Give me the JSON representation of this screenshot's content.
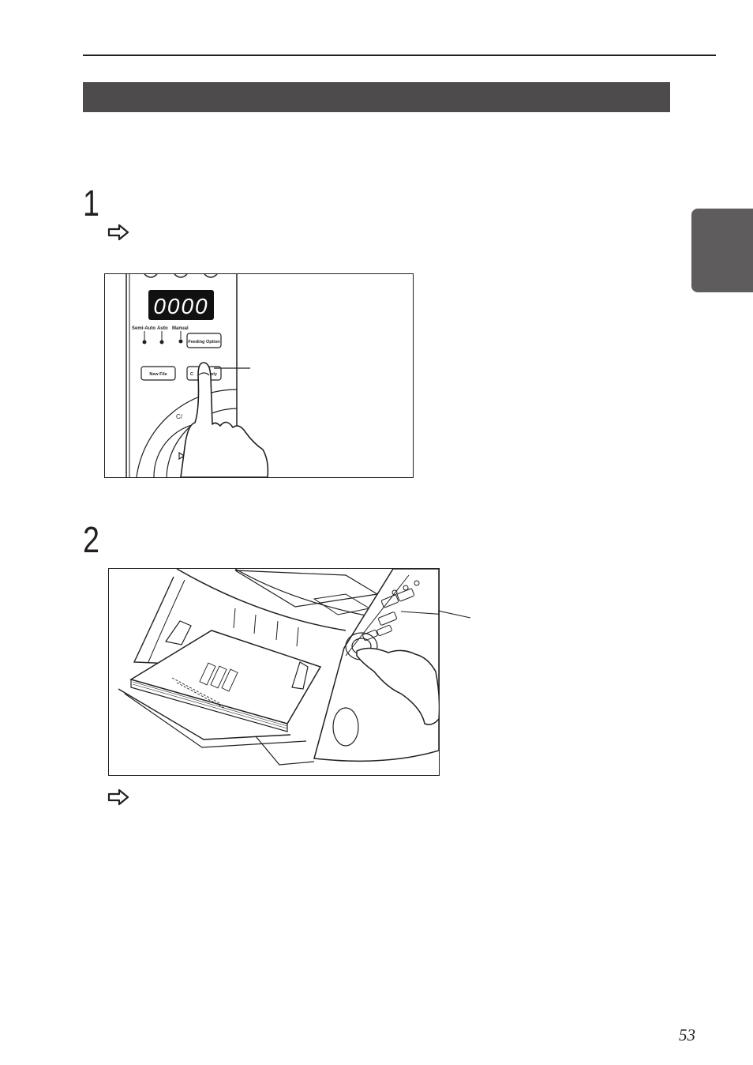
{
  "page": {
    "number": "53"
  },
  "steps": [
    {
      "number": "1"
    },
    {
      "number": "2"
    }
  ],
  "figure1": {
    "counter_display": "0000",
    "mode_labels": [
      "Semi-Auto",
      "Auto",
      "Manual"
    ],
    "feeding_option_label": "Feeding Option",
    "new_file_label": "New File",
    "count_only_label_left": "C",
    "count_only_label_right": "nly",
    "clear_stop_label": "C/"
  },
  "icons": [
    "arrow-right-outline-icon",
    "arrow-right-outline-icon"
  ]
}
